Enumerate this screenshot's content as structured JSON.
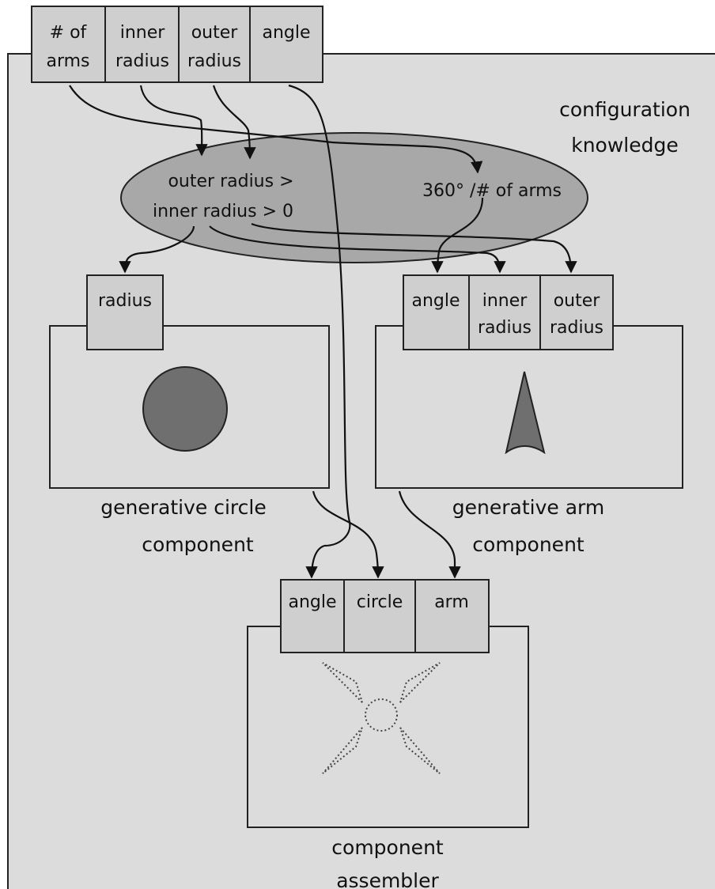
{
  "inputs": {
    "num_arms": [
      "# of",
      "arms"
    ],
    "inner_radius": [
      "inner",
      "radius"
    ],
    "outer_radius": [
      "outer",
      "radius"
    ],
    "angle": "angle"
  },
  "knowledge": {
    "title": [
      "configuration",
      "knowledge"
    ],
    "constraint_line1": "outer radius >",
    "constraint_line2": "inner radius > 0",
    "formula": "360° /# of arms"
  },
  "circle_component": {
    "port_radius": "radius",
    "caption": [
      "generative circle",
      "component"
    ],
    "shape_color": "#6f6f6f"
  },
  "arm_component": {
    "port_angle": "angle",
    "port_inner_radius": [
      "inner",
      "radius"
    ],
    "port_outer_radius": [
      "outer",
      "radius"
    ],
    "caption": [
      "generative arm",
      "component"
    ],
    "shape_color": "#6f6f6f"
  },
  "assembler": {
    "port_angle": "angle",
    "port_circle": "circle",
    "port_arm": "arm",
    "caption": [
      "component",
      "assembler"
    ]
  },
  "colors": {
    "panel": "#dcdcdc",
    "port": "#cfcfcf",
    "ellipse": "#a8a8a8"
  }
}
